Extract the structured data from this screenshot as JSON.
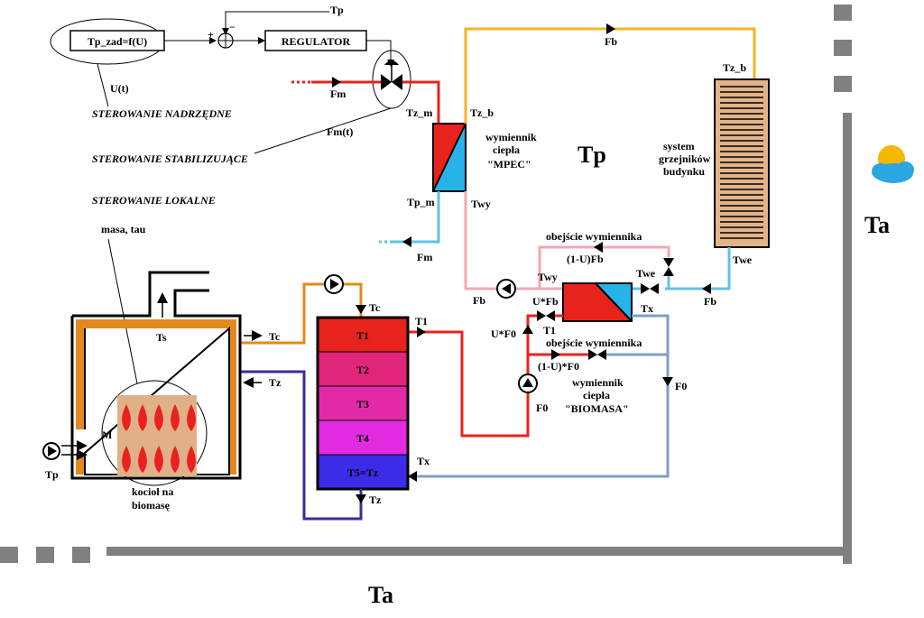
{
  "control": {
    "setpoint": "Tp_zad=f(U)",
    "u_signal": "U(t)",
    "regulator": "REGULATOR",
    "plus": "+",
    "minus": "−",
    "feedback_tp": "Tp",
    "fm_t": "Fm(t)",
    "sterowanie_nadrzedne": "STEROWANIE NADRZĘDNE",
    "sterowanie_stabilizujace": "STEROWANIE STABILIZUJĄCE",
    "sterowanie_lokalne": "STEROWANIE LOKALNE",
    "masa_tau": "masa, tau"
  },
  "mpec": {
    "fm_in": "Fm",
    "fm_out": "Fm",
    "tz_m": "Tz_m",
    "tp_m": "Tp_m",
    "tz_b": "Tz_b",
    "twy": "Twy",
    "label_1": "wymiennik",
    "label_2": "ciepła",
    "label_3": "\"MPEC\""
  },
  "building": {
    "fb_top": "Fb",
    "tz_b": "Tz_b",
    "twe": "Twe",
    "fb_bottom": "Fb",
    "label_1": "system",
    "label_2": "grzejników",
    "label_3": "budynku",
    "tp_room": "Tp"
  },
  "biomass_hx": {
    "bypass_top": "obejście wymiennika",
    "one_minus_u_fb": "(1-U)Fb",
    "twy": "Twy",
    "twe": "Twe",
    "fb_left": "Fb",
    "fb_right": "Fb",
    "u_fb": "U*Fb",
    "t1": "T1",
    "tx": "Tx",
    "u_f0": "U*F0",
    "bypass_bottom": "obejście wymiennika",
    "one_minus_u_f0": "(1-U)*F0",
    "label_1": "wymiennik",
    "label_2": "ciepła",
    "label_3": "\"BIOMASA\"",
    "f0_left": "F0",
    "f0_right": "F0"
  },
  "tank": {
    "tc": "Tc",
    "t1": "T1",
    "tx": "Tx",
    "tz": "Tz",
    "layers": [
      "T1",
      "T2",
      "T3",
      "T4",
      "T5=Tz"
    ]
  },
  "boiler": {
    "ts": "Ts",
    "tc": "Tc",
    "tz": "Tz",
    "m": "M",
    "tp_air": "Tp",
    "label_1": "kocioł na",
    "label_2": "biomasę"
  },
  "ambient": {
    "ta_right": "Ta",
    "ta_bottom": "Ta"
  },
  "colors": {
    "hot_red": "#e8221d",
    "orange": "#e28a1e",
    "yellow_pipe": "#f7b323",
    "blue_pipe": "#5fc3e6",
    "pink_pipe": "#f0a8b2",
    "steel_blue": "#7f9ec6",
    "navy": "#3b2c9a",
    "grey_wall": "#808080",
    "hx_cyan": "#27b3e8",
    "radiator_fill": "#e3b48a",
    "biomass_fill": "#e0b088"
  }
}
